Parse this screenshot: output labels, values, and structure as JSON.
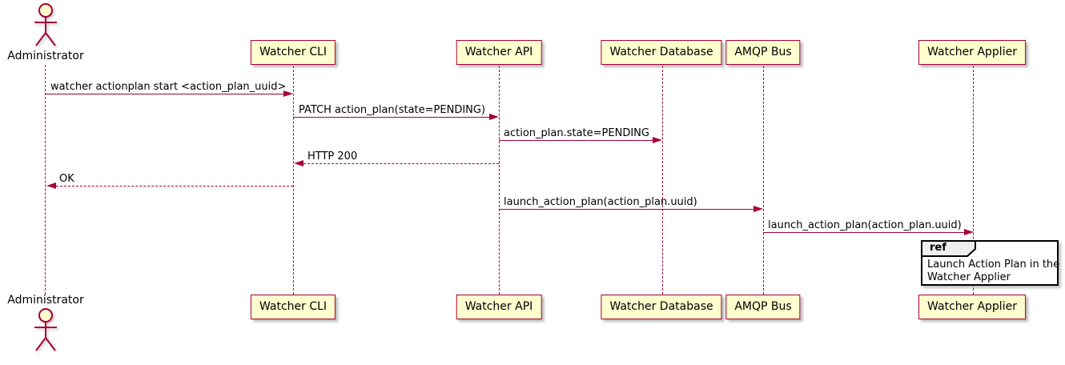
{
  "diagram": {
    "type": "sequence",
    "actor": {
      "name": "Administrator"
    },
    "participants": [
      {
        "name": "Watcher CLI"
      },
      {
        "name": "Watcher API"
      },
      {
        "name": "Watcher Database"
      },
      {
        "name": "AMQP Bus"
      },
      {
        "name": "Watcher Applier"
      }
    ],
    "messages": [
      {
        "label": "watcher actionplan start <action_plan_uuid>",
        "from": "Administrator",
        "to": "Watcher CLI",
        "line": "solid",
        "direction": "right"
      },
      {
        "label": "PATCH action_plan(state=PENDING)",
        "from": "Watcher CLI",
        "to": "Watcher API",
        "line": "solid",
        "direction": "right"
      },
      {
        "label": "action_plan.state=PENDING",
        "from": "Watcher API",
        "to": "Watcher Database",
        "line": "solid",
        "direction": "right"
      },
      {
        "label": "HTTP 200",
        "from": "Watcher API",
        "to": "Watcher CLI",
        "line": "dashed",
        "direction": "left"
      },
      {
        "label": "OK",
        "from": "Watcher CLI",
        "to": "Administrator",
        "line": "dashed",
        "direction": "left"
      },
      {
        "label": "launch_action_plan(action_plan.uuid)",
        "from": "Watcher API",
        "to": "AMQP Bus",
        "line": "solid",
        "direction": "right"
      },
      {
        "label": "launch_action_plan(action_plan.uuid)",
        "from": "AMQP Bus",
        "to": "Watcher Applier",
        "line": "solid",
        "direction": "right"
      }
    ],
    "ref": {
      "keyword": "ref",
      "line1": "Launch Action Plan in the",
      "line2": "Watcher Applier"
    },
    "colors": {
      "participant_fill": "#FEFECE",
      "stroke": "#A80036",
      "ref_header_fill": "#EEEEEE",
      "ref_border": "#000000",
      "text": "#000000",
      "background": "#FFFFFF"
    }
  }
}
